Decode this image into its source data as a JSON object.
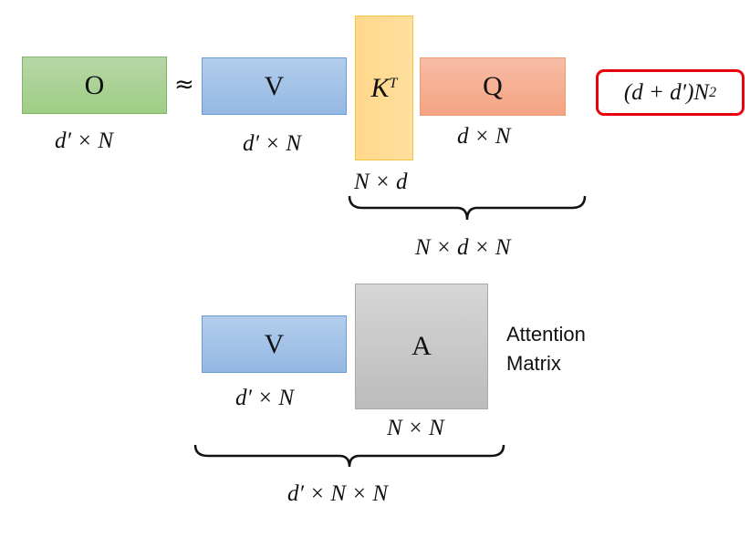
{
  "top_equation": {
    "O": {
      "label": "O",
      "dim": "d′ × N"
    },
    "approx_symbol": "≈",
    "V": {
      "label": "V",
      "dim": "d′ × N"
    },
    "KT": {
      "label": "K",
      "sup": "T",
      "dim": "N × d"
    },
    "Q": {
      "label": "Q",
      "dim": "d × N"
    },
    "KQ_product_dim": "N × d × N",
    "cost": {
      "text": "(d + d′)N",
      "sup": "2"
    }
  },
  "bottom_equation": {
    "V": {
      "label": "V",
      "dim": "d′ × N"
    },
    "A": {
      "label": "A",
      "dim": "N × N"
    },
    "A_caption_line1": "Attention",
    "A_caption_line2": "Matrix",
    "VA_product_dim": "d′ × N × N"
  },
  "colors": {
    "O": "#9fcd84",
    "V": "#94b8e3",
    "KT": "#ffd88a",
    "Q": "#f4a482",
    "A": "#bcbcbc",
    "cost_border": "#e8000b"
  }
}
